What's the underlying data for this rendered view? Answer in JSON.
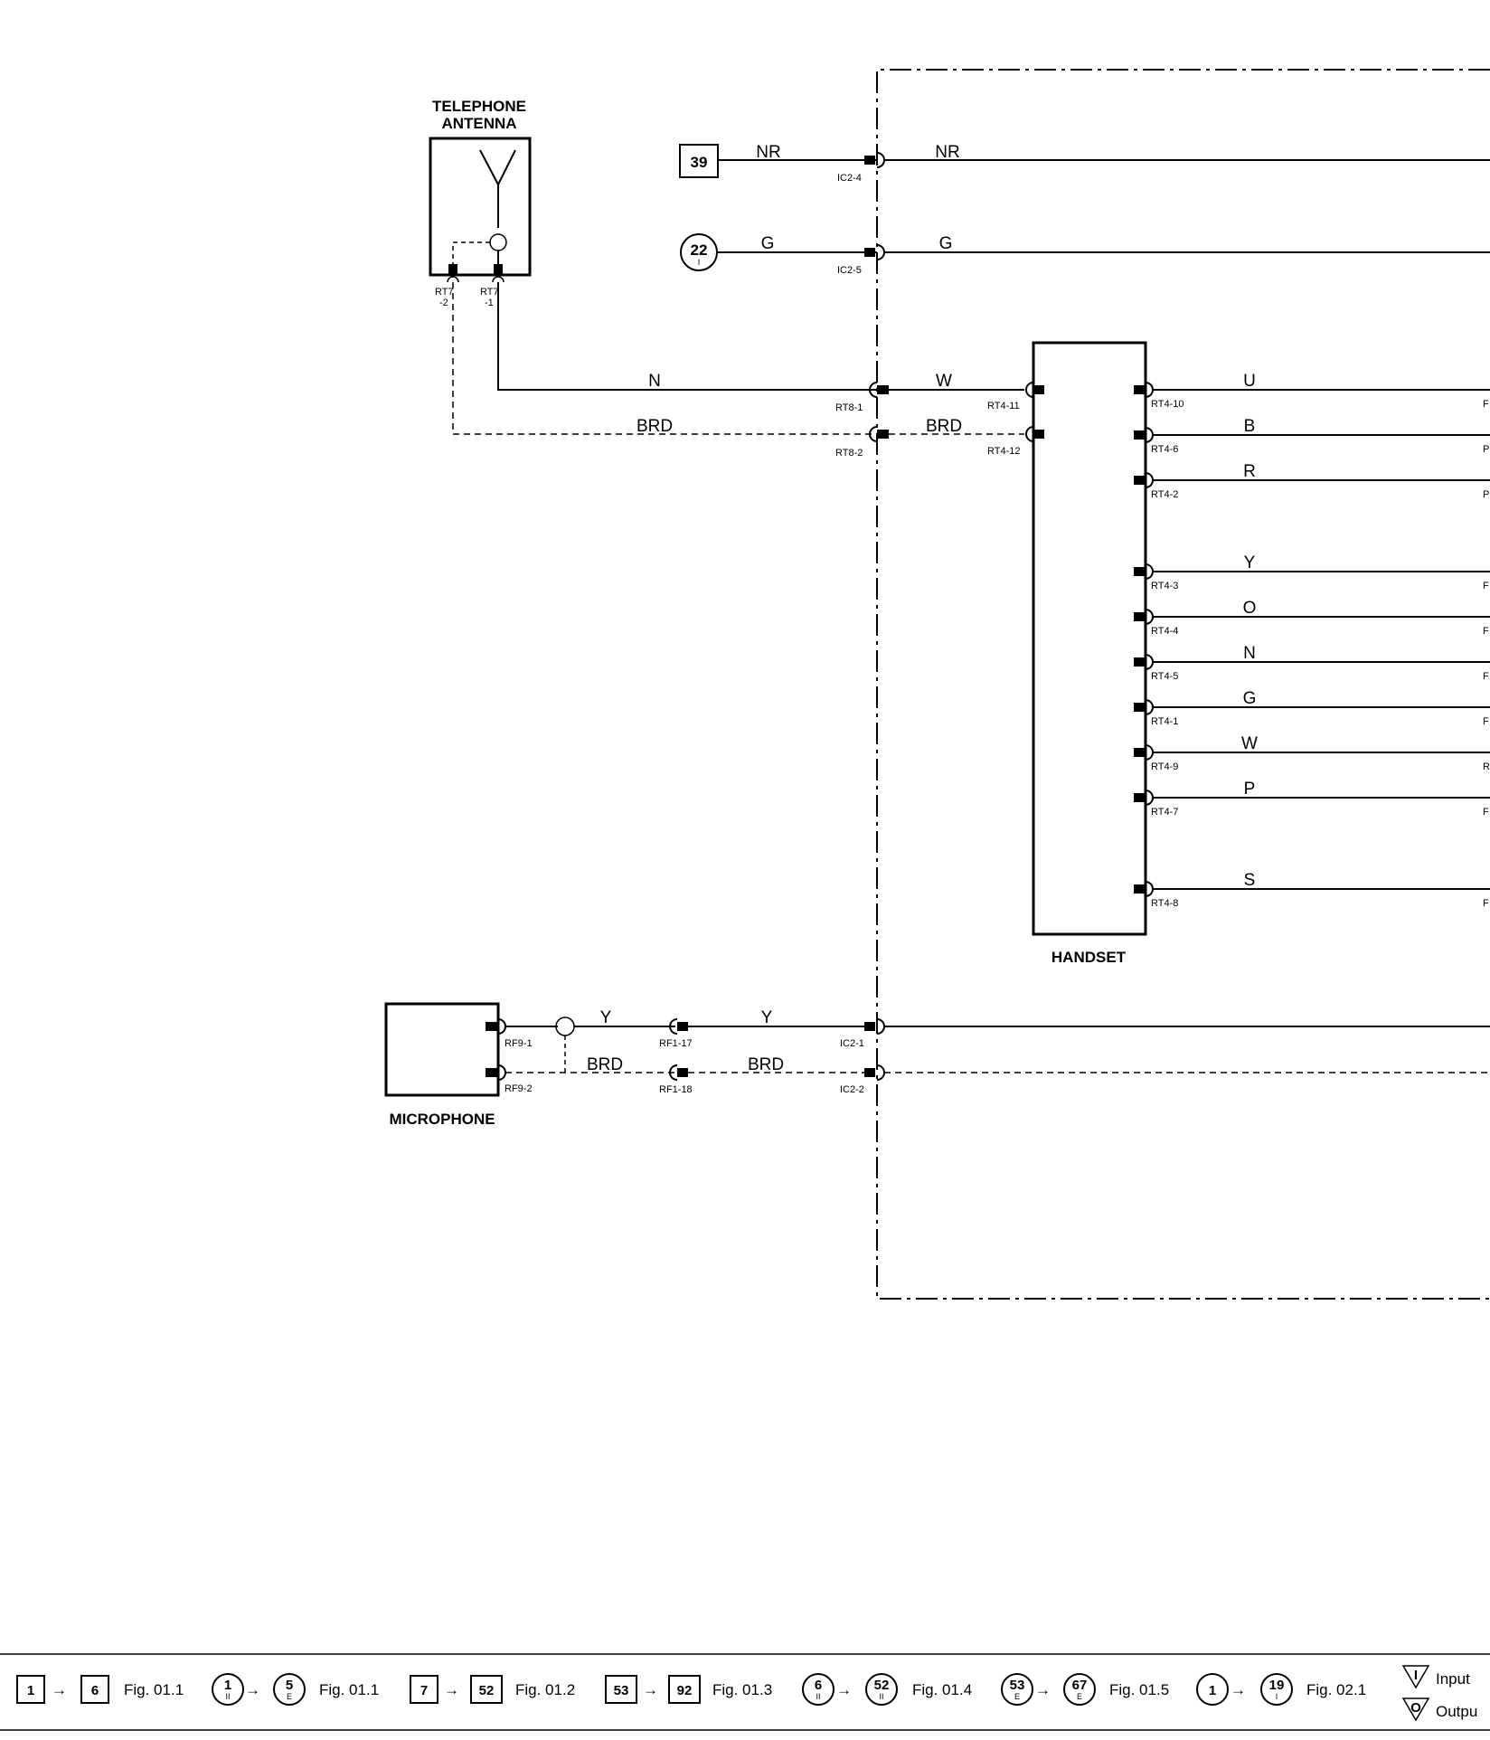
{
  "components": {
    "antenna": "TELEPHONE ANTENNA",
    "antenna_line1": "TELEPHONE",
    "antenna_line2": "ANTENNA",
    "handset": "HANDSET",
    "microphone": "MICROPHONE"
  },
  "antenna_pins": {
    "rt7_2a": "RT7",
    "rt7_2b": "-2",
    "rt7_1a": "RT7",
    "rt7_1b": "-1"
  },
  "refs": {
    "box39": "39",
    "circle22": "22",
    "circle22_sub": "I"
  },
  "wires": {
    "nr_left": "NR",
    "nr_right": "NR",
    "g_left": "G",
    "g_right": "G",
    "n_ant": "N",
    "w_ant": "W",
    "brd_ant_left": "BRD",
    "brd_ant_right": "BRD",
    "y_mic1": "Y",
    "y_mic2": "Y",
    "brd_mic1": "BRD",
    "brd_mic2": "BRD"
  },
  "connectors": {
    "ic2_4": "IC2-4",
    "ic2_5": "IC2-5",
    "rt8_1": "RT8-1",
    "rt8_2": "RT8-2",
    "rt4_11": "RT4-11",
    "rt4_12": "RT4-12",
    "rf9_1": "RF9-1",
    "rf9_2": "RF9-2",
    "rf1_17": "RF1-17",
    "rf1_18": "RF1-18",
    "ic2_1": "IC2-1",
    "ic2_2": "IC2-2"
  },
  "handset_pins": [
    {
      "wire": "U",
      "pin": "RT4-10",
      "edge": "F"
    },
    {
      "wire": "B",
      "pin": "RT4-6",
      "edge": "P"
    },
    {
      "wire": "R",
      "pin": "RT4-2",
      "edge": "P"
    },
    {
      "wire": "Y",
      "pin": "RT4-3",
      "edge": "F"
    },
    {
      "wire": "O",
      "pin": "RT4-4",
      "edge": "F"
    },
    {
      "wire": "N",
      "pin": "RT4-5",
      "edge": "F"
    },
    {
      "wire": "G",
      "pin": "RT4-1",
      "edge": "F"
    },
    {
      "wire": "W",
      "pin": "RT4-9",
      "edge": "R"
    },
    {
      "wire": "P",
      "pin": "RT4-7",
      "edge": "F"
    },
    {
      "wire": "S",
      "pin": "RT4-8",
      "edge": "F"
    }
  ],
  "legend": {
    "l1_from": "1",
    "l1_to": "6",
    "l1_fig": "Fig. 01.1",
    "l2_from": "1",
    "l2_from_sub": "II",
    "l2_to": "5",
    "l2_to_sub": "E",
    "l2_fig": "Fig. 01.1",
    "l3_from": "7",
    "l3_to": "52",
    "l3_fig": "Fig. 01.2",
    "l4_from": "53",
    "l4_to": "92",
    "l4_fig": "Fig. 01.3",
    "l5_from": "6",
    "l5_from_sub": "II",
    "l5_to": "52",
    "l5_to_sub": "II",
    "l5_fig": "Fig. 01.4",
    "l6_from": "53",
    "l6_from_sub": "E",
    "l6_to": "67",
    "l6_to_sub": "E",
    "l6_fig": "Fig. 01.5",
    "l7_from": "1",
    "l7_to": "19",
    "l7_to_sub": "I",
    "l7_fig": "Fig. 02.1",
    "input_sym": "I",
    "input": "Input",
    "output_sym": "O",
    "output": "Outpu"
  }
}
